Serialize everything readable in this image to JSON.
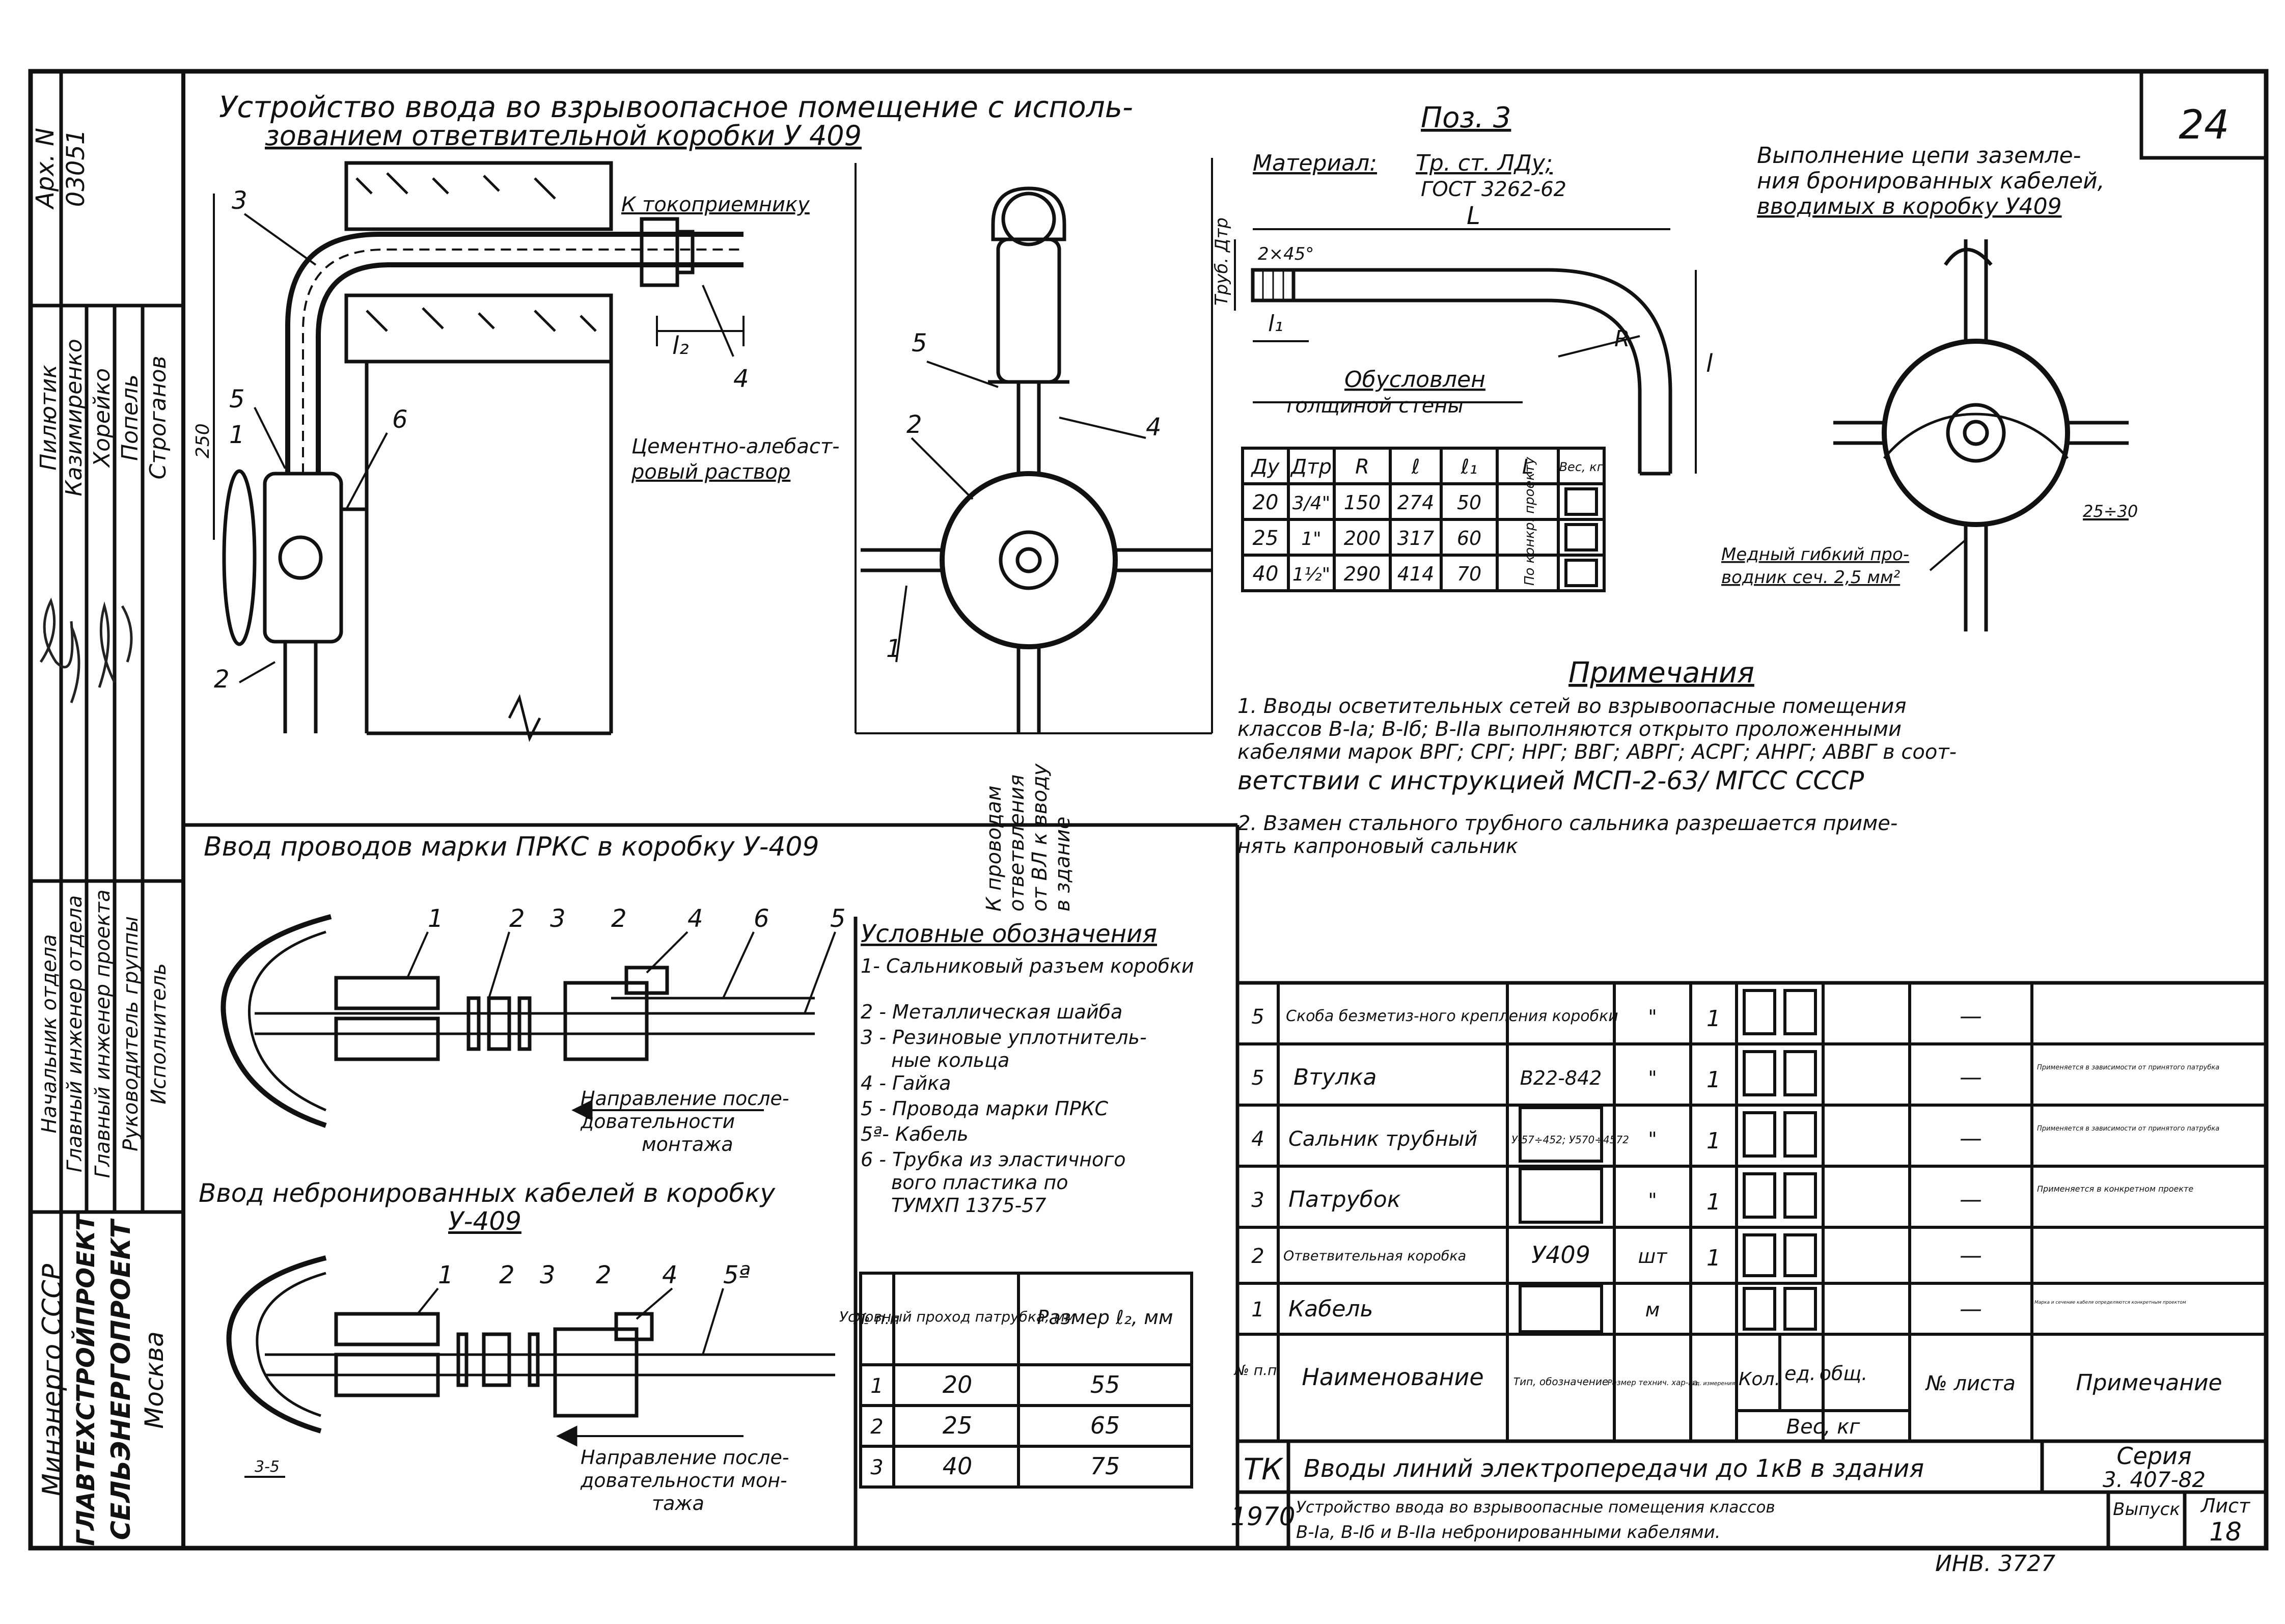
{
  "side": {
    "archive_label": "Арх. N",
    "archive_no": "03051",
    "roles": [
      "Начальник отдела",
      "Главный инженер отдела",
      "Главный инженер проекта",
      "Руководитель группы",
      "Исполнитель"
    ],
    "names": [
      "Пилютик",
      "Казимиренко",
      "Хорейко",
      "Попель",
      "Строганов"
    ],
    "org": [
      "Минэнерго СССР",
      "ГЛАВТЕХСТРОЙПРОЕКТ",
      "СЕЛЬЭНЕРГОПРОЕКТ",
      "Москва"
    ]
  },
  "sheet_no": "24",
  "main_title": {
    "line1": "Устройство ввода во взрывоопасное помещение с исполь-",
    "line2": "зованием ответвительной коробки У 409"
  },
  "main_view": {
    "to_receiver": "К токоприемнику",
    "mortar": [
      "Цементно-алебаст-",
      "ровый раствор"
    ],
    "l2": "l₂",
    "dim_250": "250",
    "num_labels": [
      "3",
      "4",
      "5",
      "1",
      "6",
      "2"
    ]
  },
  "front_view": {
    "num_labels": [
      "5",
      "2",
      "4",
      "1"
    ],
    "branch_note": [
      "К проводам",
      "ответвления",
      "от ВЛ к вводу",
      "в здание"
    ]
  },
  "pos3": {
    "title": "Поз. 3",
    "material_label": "Материал:",
    "material_value": "Тр. ст. ЛДу;",
    "gost": "ГОСТ 3262-62",
    "L": "L",
    "l1": "l₁",
    "R": "R",
    "l": "l",
    "chamfer": "2×45°",
    "thread": "Труб. Дтр",
    "conditioned": [
      "Обусловлен",
      "толщиной стены"
    ]
  },
  "pos3_table": {
    "headers": [
      "Ду",
      "Дтр",
      "R",
      "ℓ",
      "ℓ₁",
      "L",
      "Вес, кг"
    ],
    "rows": [
      [
        "20",
        "3/4\"",
        "150",
        "274",
        "50"
      ],
      [
        "25",
        "1\"",
        "200",
        "317",
        "60"
      ],
      [
        "40",
        "1½\"",
        "290",
        "414",
        "70"
      ]
    ],
    "L_note": "По конкр. проекту"
  },
  "grounding": {
    "title": [
      "Выполнение цепи заземле-",
      "ния бронированных кабелей,",
      "вводимых в коробку У409"
    ],
    "wire_note": [
      "Медный гибкий про-",
      "водник сеч. 2,5 мм²"
    ],
    "dim": "25÷30"
  },
  "notes": {
    "title": "Примечания",
    "n1": [
      "1. Вводы осветительных сетей во взрывоопасные помещения",
      "классов В-Iа; В-Iб; В-IIа выполняются открыто проложенными",
      "кабелями марок ВРГ; СРГ; НРГ; ВВГ; АВРГ; АСРГ; АНРГ; АВВГ в соот-",
      "ветствии с инструкцией МСП-2-63/ МГСС СССР"
    ],
    "n2": [
      "2. Взамен стального трубного сальника разрешается приме-",
      "нять капроновый сальник"
    ]
  },
  "prks": {
    "title": "Ввод проводов марки ПРКС в коробку У-409",
    "labels": [
      "1",
      "2",
      "3",
      "2",
      "4",
      "6",
      "5"
    ],
    "direction": [
      "Направление после-",
      "довательности",
      "монтажа"
    ]
  },
  "legend": {
    "title": "Условные обозначения",
    "items": [
      "1- Сальниковый разъем коробки",
      "2 - Металлическая шайба",
      "3 - Резиновые уплотнитель-",
      "ные кольца",
      "4 - Гайка",
      "5 - Провода марки ПРКС",
      "5ª- Кабель",
      "6 - Трубка из эластичного",
      "вого пластика по",
      "ТУМХП 1375-57"
    ]
  },
  "unarmored": {
    "title1": "Ввод небронированных кабелей в коробку",
    "title2": "У-409",
    "labels": [
      "1",
      "2",
      "3",
      "2",
      "4",
      "5ª"
    ],
    "direction": [
      "Направление после-",
      "довательности мон-",
      "тажа"
    ],
    "dim": "3-5"
  },
  "nipple_table": {
    "headers": [
      "№ п.п",
      "Условный проход патрубка, мм",
      "Размер ℓ₂, мм"
    ],
    "rows": [
      [
        "1",
        "20",
        "55"
      ],
      [
        "2",
        "25",
        "65"
      ],
      [
        "3",
        "40",
        "75"
      ]
    ]
  },
  "spec": {
    "rows": [
      {
        "pos": "5",
        "name": "Скоба безметиз-ного крепления коробки",
        "type": "",
        "size": "",
        "unit": "\"",
        "qty": "1",
        "dash": "—",
        "note": ""
      },
      {
        "pos": "5",
        "name": "Втулка",
        "type": "В22-842",
        "size": "",
        "unit": "\"",
        "qty": "1",
        "dash": "—",
        "note": "Применяется в зависимости от принятого патрубка"
      },
      {
        "pos": "4",
        "name": "Сальник трубный",
        "type": "У-57÷452; У570÷4572",
        "size": "",
        "unit": "\"",
        "qty": "1",
        "dash": "—",
        "note": "Применяется в зависимости от принятого патрубка"
      },
      {
        "pos": "3",
        "name": "Патрубок",
        "type": "",
        "size": "",
        "unit": "\"",
        "qty": "1",
        "dash": "—",
        "note": "Применяется в конкретном проекте"
      },
      {
        "pos": "2",
        "name": "Ответвительная коробка",
        "type": "У409",
        "size": "",
        "unit": "шт",
        "qty": "1",
        "dash": "—",
        "note": ""
      },
      {
        "pos": "1",
        "name": "Кабель",
        "type": "",
        "size": "",
        "unit": "м",
        "qty": "",
        "dash": "—",
        "note": "Марка и сечение кабеля определяются конкретным проектом"
      }
    ],
    "headers": {
      "pos": "№ п.п.",
      "name": "Наименование",
      "type": "Тип, обозначение",
      "size": "Размер технич. хар-ка",
      "unit": "Ед. измерения",
      "qty": "Кол.",
      "w_unit": "ед.",
      "w_total": "общ.",
      "weight": "Вес, кг",
      "sheet": "№ листа",
      "note": "Примечание"
    }
  },
  "stamp": {
    "tk": "ТК",
    "title": "Вводы линий электропередачи до 1кВ в здания",
    "series_label": "Серия",
    "series_value": "3. 407-82",
    "year": "1970",
    "subtitle1": "Устройство ввода во взрывоопасные помещения классов",
    "subtitle2": "В-Iа, В-Iб и В-IIа небронированными кабелями.",
    "issue_label": "Выпуск",
    "sheet_label": "Лист",
    "sheet_value": "18",
    "inv": "ИНВ. 3727"
  }
}
